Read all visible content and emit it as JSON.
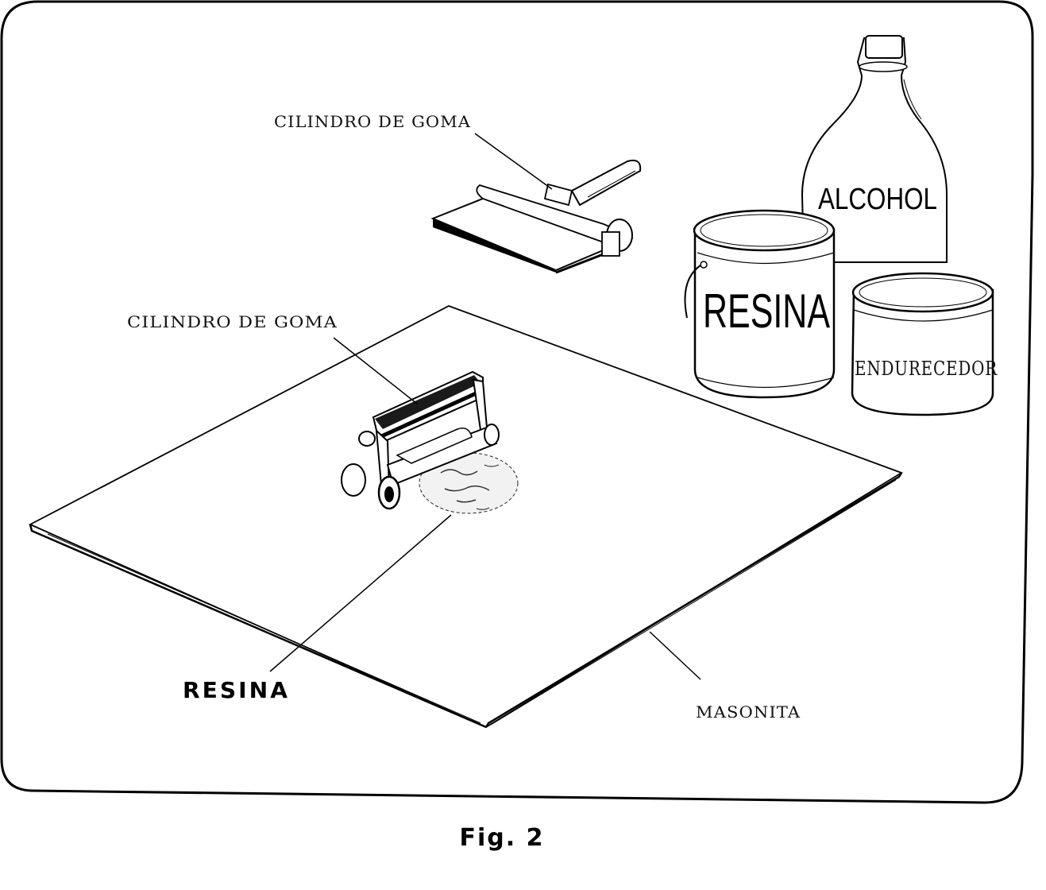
{
  "labels": {
    "roller_top": "CILINDRO DE GOMA",
    "roller_main": "CILINDRO DE GOMA",
    "resin_spot": "RESINA",
    "board": "MASONITA"
  },
  "containers": {
    "bottle": "ALCOHOL",
    "can": "RESINA",
    "jar": "ENDURECEDOR"
  },
  "caption": "Fig. 2"
}
